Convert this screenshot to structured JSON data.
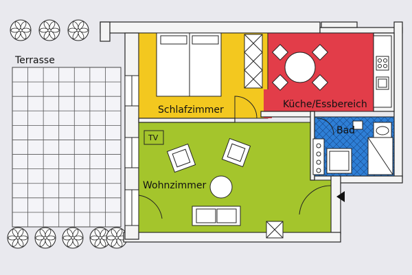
{
  "rooms": {
    "terrasse": {
      "label": "Terrasse"
    },
    "schlafzimmer": {
      "label": "Schlafzimmer",
      "color": "#f3c81f"
    },
    "kueche": {
      "label": "Küche/Essbereich",
      "color": "#e23d49"
    },
    "bad": {
      "label": "Bad",
      "color": "#2e7fd6"
    },
    "wohnzimmer": {
      "label": "Wohnzimmer",
      "color": "#a4c52c"
    }
  },
  "tv": {
    "label": "TV"
  },
  "colors": {
    "background": "#e9e9ee",
    "wall_fill": "#f4f4f4",
    "line": "#222222",
    "tile_grid": "#555555"
  },
  "icons": {
    "entrance": "entrance-arrow-icon",
    "bush": "bush-icon"
  }
}
